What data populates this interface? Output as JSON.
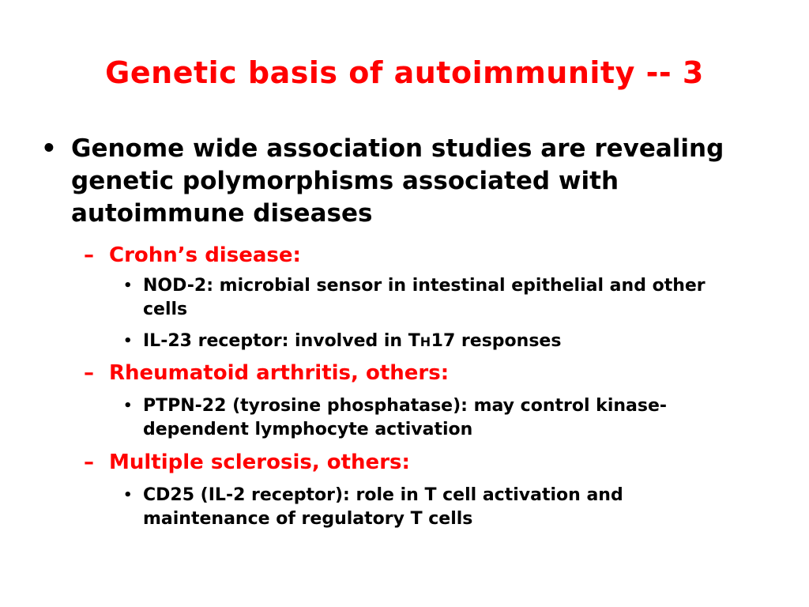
{
  "slide": {
    "title": "Genetic basis of autoimmunity -- 3",
    "title_color": "#ff0000",
    "text_color": "#000000",
    "bullet_glyph": "•",
    "dash_glyph": "–",
    "main_bullet": "Genome wide association studies are revealing genetic polymorphisms associated with autoimmune diseases",
    "diseases": [
      {
        "label": "Crohn’s disease:",
        "items": [
          "NOD-2: microbial sensor in intestinal epithelial and other cells"
        ],
        "item_il23": {
          "prefix": "IL-23 receptor: involved in T",
          "smallcap": "H",
          "suffix": "17 responses"
        }
      },
      {
        "label": "Rheumatoid arthritis, others:",
        "items": [
          "PTPN-22 (tyrosine phosphatase): may control kinase-dependent lymphocyte activation"
        ]
      },
      {
        "label": "Multiple sclerosis, others:",
        "items": [
          "CD25 (IL-2 receptor): role in T cell activation and maintenance of regulatory T cells"
        ]
      }
    ]
  }
}
